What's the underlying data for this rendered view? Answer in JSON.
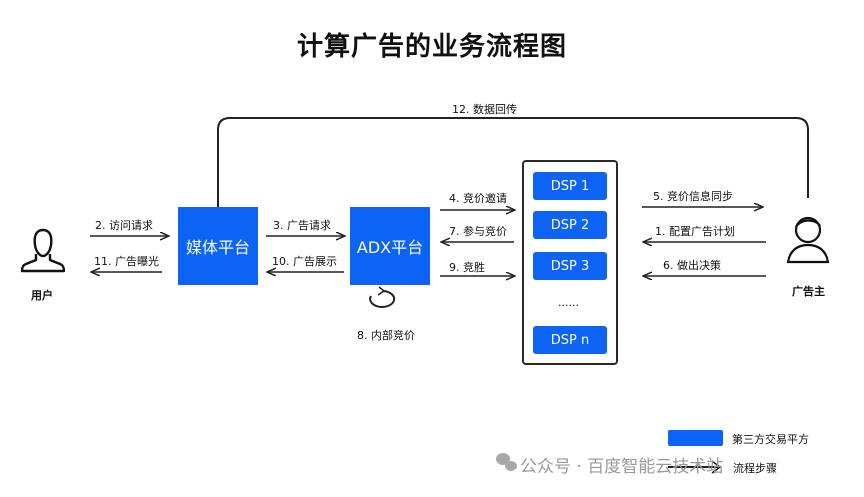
{
  "title": "计算广告的业务流程图",
  "actors": {
    "user": "用户",
    "advertiser": "广告主"
  },
  "platforms": {
    "media": "媒体平台",
    "adx": "ADX平台"
  },
  "dsp_list": [
    "DSP 1",
    "DSP 2",
    "DSP 3",
    "......",
    "DSP n"
  ],
  "steps": {
    "s1": "1. 配置广告计划",
    "s2": "2. 访问请求",
    "s3": "3. 广告请求",
    "s4": "4. 竞价邀请",
    "s5": "5. 竞价信息同步",
    "s6": "6. 做出决策",
    "s7": "7. 参与竞价",
    "s8": "8. 内部竞价",
    "s9": "9. 竞胜",
    "s10": "10. 广告展示",
    "s11": "11. 广告曝光",
    "s12": "12. 数据回传"
  },
  "legend": {
    "third_party": "第三方交易平方",
    "flow_step": "流程步骤"
  },
  "watermark": "公众号 · 百度智能云技术站",
  "colors": {
    "accent": "#0c63f4",
    "line": "#222222"
  }
}
